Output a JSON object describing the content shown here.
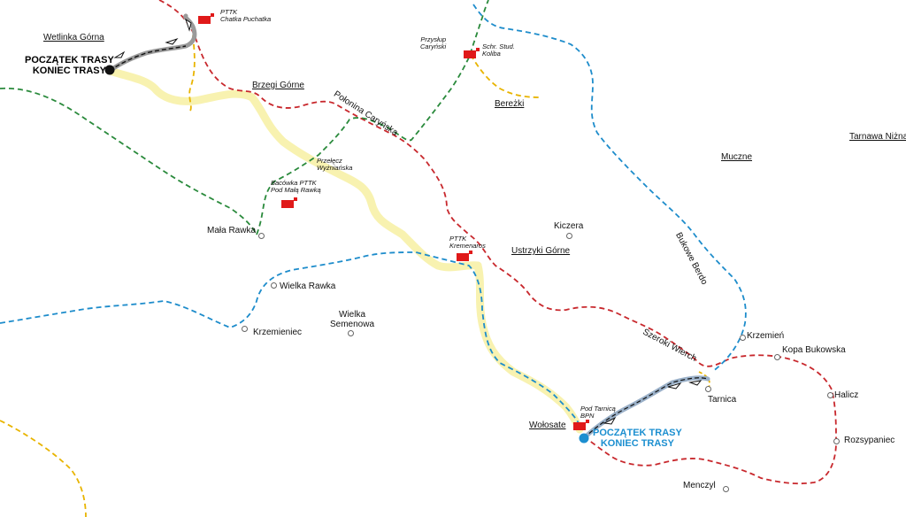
{
  "labels": {
    "wetlinka": "Wetlinka Górna",
    "start_west_1": "POCZĄTEK TRASY",
    "start_west_2": "KONIEC TRASY",
    "chatka_1": "PTTK",
    "chatka_2": "Chatka Puchatka",
    "brzegi": "Brzegi Górne",
    "polonina": "Połonina Caryńska",
    "przyslup_1": "Przysłup",
    "przyslup_2": "Caryński",
    "koliba_1": "Schr. Stud.",
    "koliba_2": "Koliba",
    "berezki": "Bereżki",
    "tarnawa": "Tarnawa Niżna",
    "muczne": "Muczne",
    "przelecz_1": "Przełęcz",
    "przelecz_2": "Wyżniańska",
    "bacowka_1": "Bacówka PTTK",
    "bacowka_2": "Pod Małą Rawką",
    "mala_rawka": "Mała Rawka",
    "kiczera": "Kiczera",
    "kremenaros_1": "PTTK",
    "kremenaros_2": "Kremenaros",
    "ustrzyki": "Ustrzyki Górne",
    "bukowe": "Bukowe Berdo",
    "wielka_rawka": "Wielka Rawka",
    "wielka_semenowa_1": "Wielka",
    "wielka_semenowa_2": "Semenowa",
    "krzemieniec": "Krzemieniec",
    "szeroki": "Szeroki Wierch",
    "krzemien": "Krzemień",
    "kopa": "Kopa Bukowska",
    "tarnica": "Tarnica",
    "halicz": "Halicz",
    "pod_tarnica_1": "Pod Tarnicą",
    "pod_tarnica_2": "BPN",
    "wolosate": "Wołosate",
    "start_east_1": "POCZĄTEK TRASY",
    "start_east_2": "KONIEC TRASY",
    "rozsypaniec": "Rozsypaniec",
    "menczyl": "Menczyl"
  },
  "colors": {
    "red_trail": "#c8282d",
    "green_trail": "#2a8a3c",
    "blue_trail": "#1d8ccb",
    "yellow_trail": "#e8b400",
    "route_highlight": "#f8f2b0",
    "route_gray": "#9a9a9a",
    "start_blue": "#1c8fd0",
    "shelter": "#e01919"
  }
}
